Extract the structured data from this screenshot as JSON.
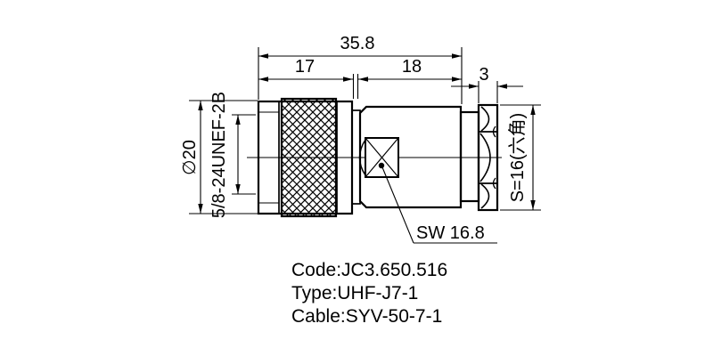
{
  "drawing": {
    "kind": "technical-drawing-coaxial-connector",
    "dims": {
      "total_length": "35.8",
      "left_section_length": "17",
      "right_section_length": "18",
      "hex_thickness": "3",
      "outer_diameter": "∅20",
      "thread_spec": "5/8-24UNEF-2B",
      "hex_across_flats": "S=16(六角)",
      "wrench_size": "SW 16.8"
    },
    "notes": {
      "code": "Code:JC3.650.516",
      "type": "Type:UHF-J7-1",
      "cable": "Cable:SYV-50-7-1"
    },
    "colors": {
      "line": "#000000",
      "background": "#ffffff"
    }
  }
}
